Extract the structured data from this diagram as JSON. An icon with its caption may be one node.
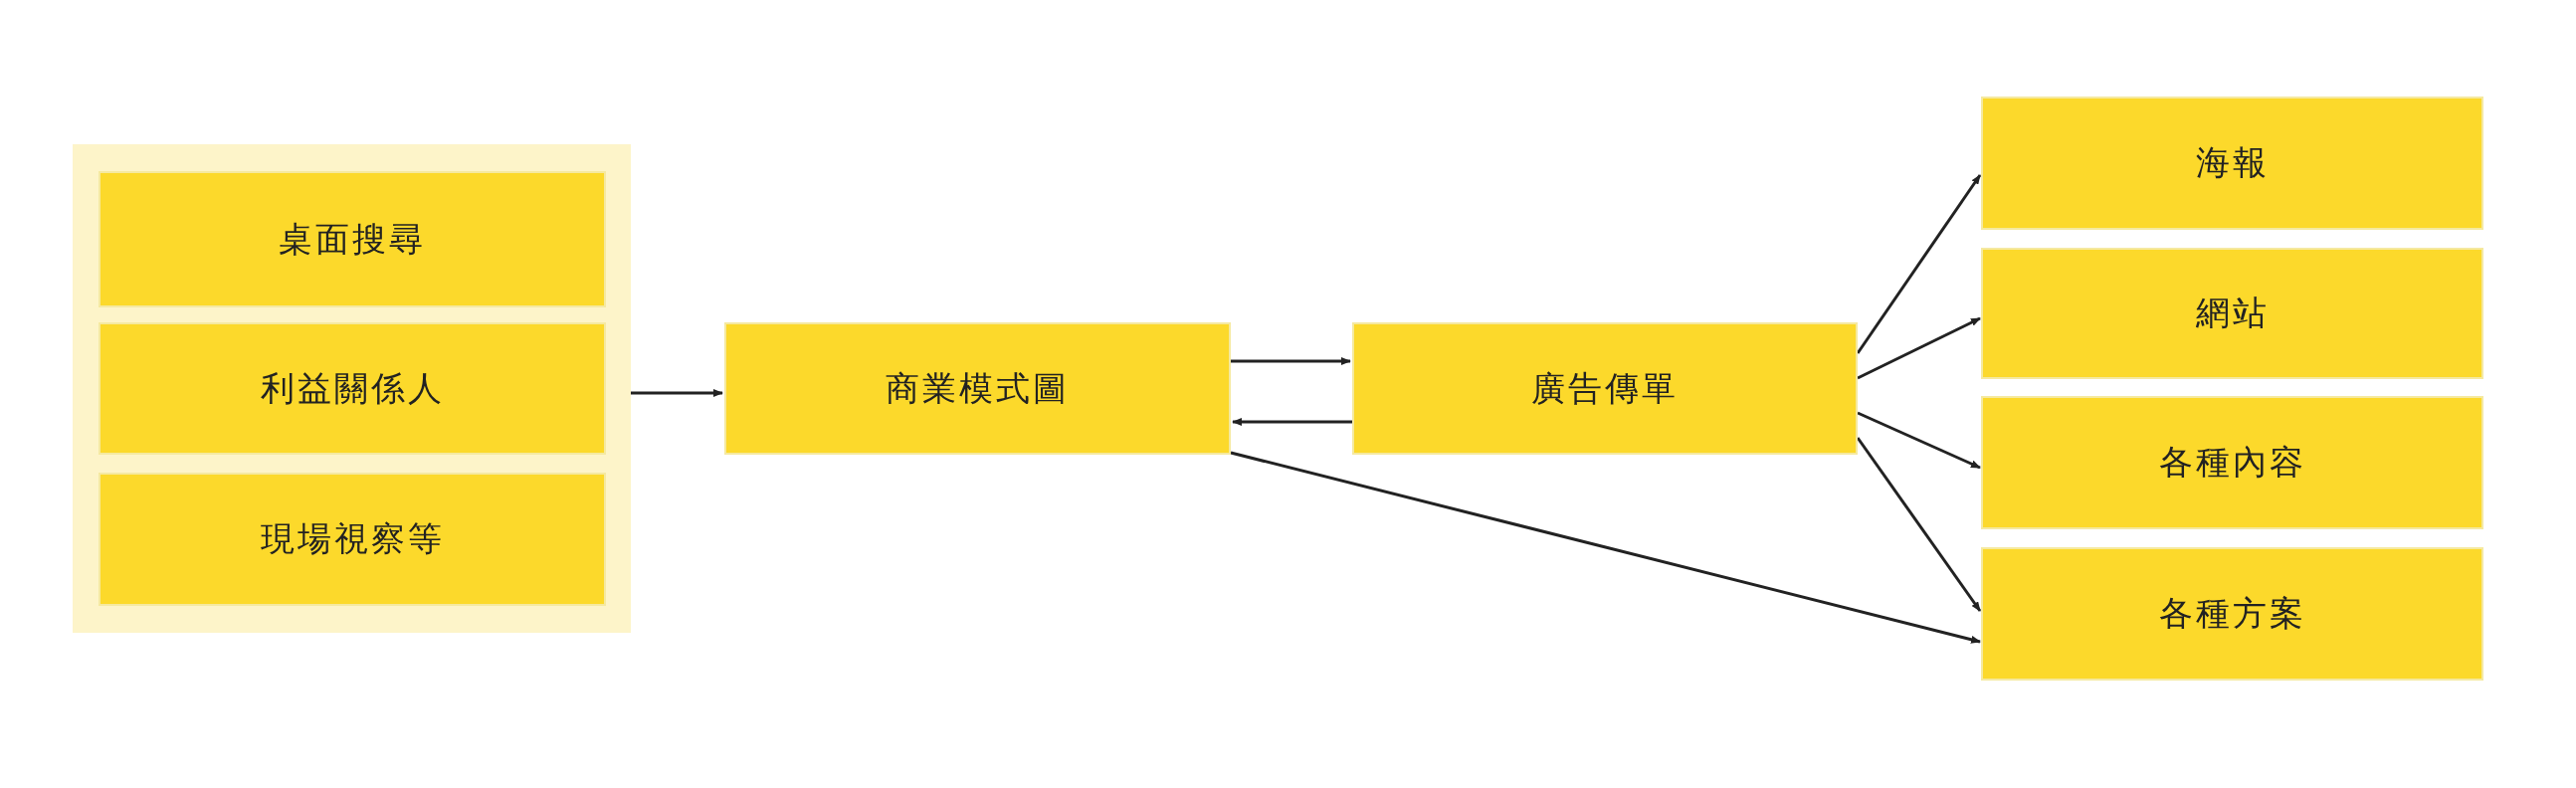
{
  "diagram": {
    "nodes": [
      {
        "text": [],
        "shape": "box"
      },
      {
        "text": [
          "桌面搜尋"
        ],
        "in": 0
      },
      {
        "text": [
          "利益關係人"
        ],
        "in": 0
      },
      {
        "text": [
          "現場視察等"
        ],
        "in": 0
      },
      {
        "text": [
          "商業模式圖"
        ]
      },
      {
        "text": [
          "廣告傳單"
        ]
      },
      {
        "text": [
          "海報"
        ]
      },
      {
        "text": [
          "網站"
        ]
      },
      {
        "text": [
          "各種內容"
        ]
      },
      {
        "text": [
          "各種方案"
        ]
      }
    ],
    "edges": [
      {
        "from": 0,
        "to": 4,
        "arrow": "to"
      },
      {
        "from": 4,
        "to": 5,
        "arrow": "to"
      },
      {
        "from": 5,
        "to": 4,
        "arrow": "to"
      },
      {
        "from": 5,
        "to": 6,
        "arrow": "to"
      },
      {
        "from": 5,
        "to": 7,
        "arrow": "to"
      },
      {
        "from": 5,
        "to": 8,
        "arrow": "to"
      },
      {
        "from": 5,
        "to": 9,
        "arrow": "to"
      },
      {
        "from": 4,
        "to": 9,
        "arrow": "to"
      }
    ]
  }
}
